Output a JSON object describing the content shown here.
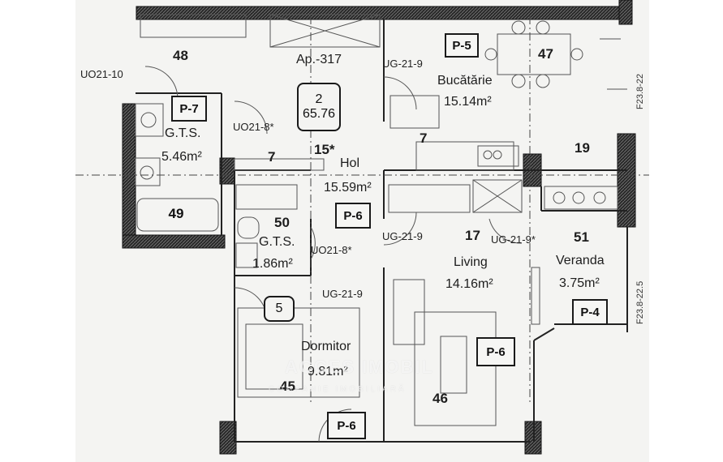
{
  "plan": {
    "apartment": "Ap.-317",
    "apartment_code": "2",
    "apartment_area": "65.76",
    "rooms": [
      {
        "id": "48",
        "name": "",
        "area": ""
      },
      {
        "id": "47",
        "name": "Bucătărie",
        "area": "15.14m²"
      },
      {
        "id": "P7",
        "name": "G.T.S.",
        "area": "5.46m²"
      },
      {
        "id": "Hol",
        "name": "Hol",
        "area": "15.59m²"
      },
      {
        "id": "50",
        "name": "G.T.S.",
        "area": "1.86m²"
      },
      {
        "id": "51",
        "name": "Veranda",
        "area": "3.75m²"
      },
      {
        "id": "Living",
        "name": "Living",
        "area": "14.16m²"
      },
      {
        "id": "Dormitor",
        "name": "Dormitor",
        "area": "9.81m²"
      }
    ],
    "numbers": {
      "n48": "48",
      "n47": "47",
      "n49": "49",
      "n50": "50",
      "n51": "51",
      "n45": "45",
      "n46": "46",
      "n7a": "7",
      "n7b": "7",
      "n15": "15*",
      "n19": "19",
      "n17": "17",
      "n5": "5"
    },
    "partitions": {
      "p5": "P-5",
      "p7": "P-7",
      "p6a": "P-6",
      "p6b": "P-6",
      "p6c": "P-6",
      "p4": "P-4"
    },
    "door_codes": {
      "uo21_10": "UO21-10",
      "ug21_9_top": "UG-21-9",
      "uo21_8_a": "UO21-8*",
      "uo21_8_b": "UO21-8*",
      "ug21_9_mid": "UG-21-9",
      "ug21_9_star": "UG-21-9*",
      "ug21_9_low": "UG-21-9"
    },
    "grid_ref_1": "F23.8-22",
    "grid_ref_2": "F23.8-22.5"
  },
  "watermark": {
    "brand": "ACCES IMOBIL",
    "tagline": "COMPANIE IMOBILIARĂ"
  }
}
